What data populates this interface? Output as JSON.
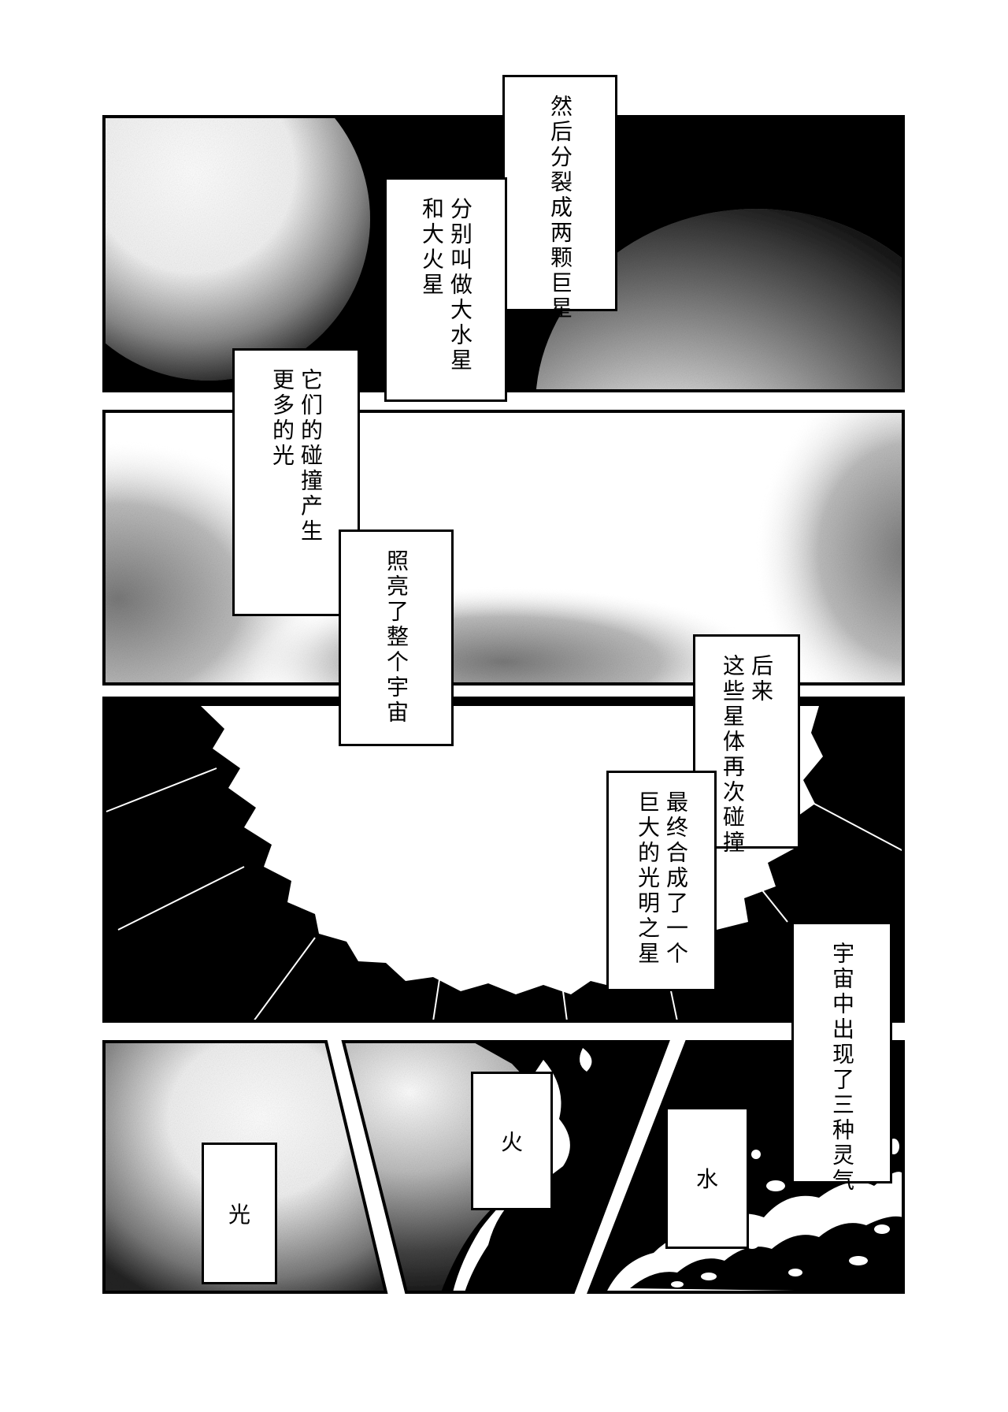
{
  "captions": {
    "split": {
      "lines": [
        "然后分裂成两颗巨星"
      ]
    },
    "names": {
      "lines": [
        "分别叫做大水星",
        "和大火星"
      ]
    },
    "collision": {
      "lines": [
        "它们的碰撞产生",
        "更多的光"
      ]
    },
    "illuminate": {
      "lines": [
        "照亮了整个宇宙"
      ]
    },
    "later": {
      "lines": [
        "后来",
        "这些星体再次碰撞"
      ]
    },
    "merged": {
      "lines": [
        "最终合成了一个",
        "巨大的光明之星"
      ]
    },
    "spirits": {
      "lines": [
        "宇宙中出现了三种灵气"
      ]
    }
  },
  "labels": {
    "light": "光",
    "fire": "火",
    "water": "水"
  },
  "colors": {
    "ink": "#000000",
    "paper": "#ffffff"
  }
}
